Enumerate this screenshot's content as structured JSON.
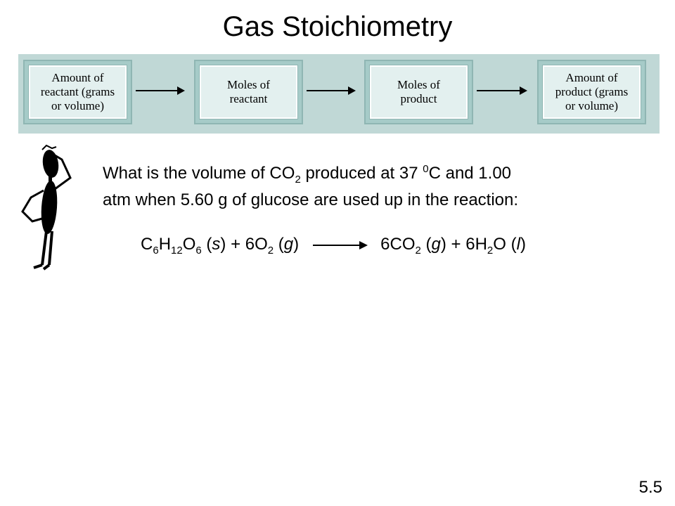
{
  "title": "Gas Stoichiometry",
  "flowchart": {
    "boxes": [
      "Amount of\nreactant (grams\nor volume)",
      "Moles of\nreactant",
      "Moles of\nproduct",
      "Amount of\nproduct (grams\nor volume)"
    ]
  },
  "question": {
    "line1_a": "What is the volume of CO",
    "line1_sub": "2",
    "line1_b": " produced at 37 ",
    "line1_sup": "0",
    "line1_c": "C and 1.00",
    "line2": "atm when 5.60 g of glucose are used up in the reaction:"
  },
  "equation": {
    "r1_c": "C",
    "r1_c_sub": "6",
    "r1_h": "H",
    "r1_h_sub": "12",
    "r1_o": "O",
    "r1_o_sub": "6",
    "r1_state_open": " (",
    "r1_state": "s",
    "r1_state_close": ")",
    "plus1": " + 6O",
    "r2_sub": "2",
    "r2_state_open": " (",
    "r2_state": "g",
    "r2_state_close": ")",
    "p1": "6CO",
    "p1_sub": "2",
    "p1_state_open": " (",
    "p1_state": "g",
    "p1_state_close": ")",
    "plus2": " + 6H",
    "p2_sub": "2",
    "p2_o": "O",
    "p2_state_open": " (",
    "p2_state": "l",
    "p2_state_close": ")"
  },
  "slide_number": "5.5",
  "icons": {
    "figure": "thinking-stick-figure-icon",
    "arrow": "right-arrow-icon"
  }
}
